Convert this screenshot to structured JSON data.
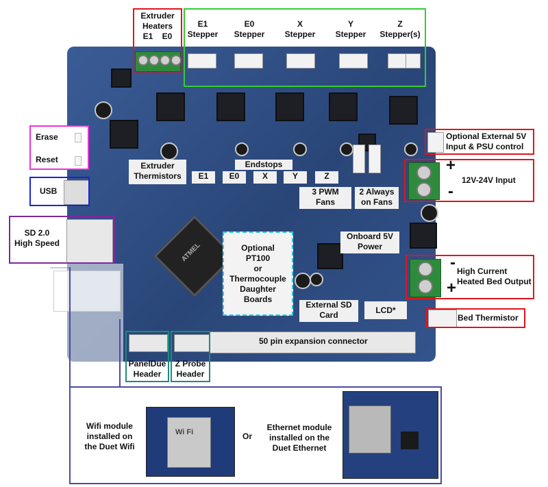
{
  "labels": {
    "extruder_heaters": [
      "Extruder",
      "Heaters",
      "E1    E0"
    ],
    "steppers": {
      "e1": [
        "E1",
        "Stepper"
      ],
      "e0": [
        "E0",
        "Stepper"
      ],
      "x": [
        "X",
        "Stepper"
      ],
      "y": [
        "Y",
        "Stepper"
      ],
      "z": [
        "Z",
        "Stepper(s)"
      ]
    },
    "erase": "Erase",
    "reset": "Reset",
    "usb": "USB",
    "sd_card": [
      "SD 2.0",
      "High Speed"
    ],
    "extruder_thermistors": [
      "Extruder",
      "Thermistors"
    ],
    "endstops": "Endstops",
    "endstop_e1": "E1",
    "endstop_e0": "E0",
    "endstop_x": "X",
    "endstop_y": "Y",
    "endstop_z": "Z",
    "pwm_fans": [
      "3 PWM",
      "Fans"
    ],
    "always_on_fans": [
      "2 Always",
      "on Fans"
    ],
    "ext_5v": [
      "Optional External 5V",
      "Input & PSU control"
    ],
    "input_12_24": "12V-24V Input",
    "plus_top": "+",
    "minus_top": "-",
    "onboard_5v": [
      "Onboard 5V",
      "Power"
    ],
    "pt100": [
      "Optional",
      "PT100",
      "or",
      "Thermocouple",
      "Daughter",
      "Boards"
    ],
    "high_current": [
      "High Current",
      "Heated Bed Output"
    ],
    "minus_bed": "-",
    "plus_bed": "+",
    "external_sd": [
      "External SD",
      "Card"
    ],
    "lcd": "LCD*",
    "bed_thermistor": "Bed Thermistor",
    "expansion": "50 pin expansion connector",
    "paneldue": [
      "PanelDue",
      "Header"
    ],
    "zprobe": [
      "Z Probe",
      "Header"
    ],
    "wifi_module": [
      "Wifi module",
      "installed on",
      "the Duet Wifi"
    ],
    "or": "Or",
    "ethernet_module": [
      "Ethernet module",
      "installed on the",
      "Duet Ethernet"
    ],
    "chip_text": "ATMEL",
    "wifi_chip_text": "Wi Fi"
  },
  "colors": {
    "red": "#e0141e",
    "green": "#33cc33",
    "magenta": "#e833d8",
    "blue": "#1a24d4",
    "purple": "#7a2a9a",
    "cyan": "#33c7e0",
    "teal": "#1e8a80",
    "indigo": "#4b4aa5",
    "board": "#2f4f86"
  }
}
